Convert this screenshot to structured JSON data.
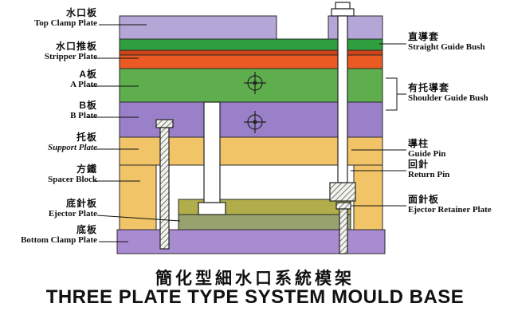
{
  "title": {
    "zh": "簡化型細水口系統模架",
    "en": "THREE PLATE TYPE SYSTEM MOULD BASE"
  },
  "labels": {
    "left": [
      {
        "zh": "水口板",
        "en": "Top Clamp Plate"
      },
      {
        "zh": "水口推板",
        "en": "Stripper Plate"
      },
      {
        "zh": "A板",
        "en": "A Plate"
      },
      {
        "zh": "B板",
        "en": "B Plate"
      },
      {
        "zh": "托板",
        "en": "Support Plate"
      },
      {
        "zh": "方鐵",
        "en": "Spacer Block"
      },
      {
        "zh": "底針板",
        "en": "Ejector Plate"
      },
      {
        "zh": "底板",
        "en": "Bottom Clamp Plate"
      }
    ],
    "right": [
      {
        "zh": "直導套",
        "en": "Straight Guide Bush"
      },
      {
        "zh": "有托導套",
        "en": "Shoulder Guide Bush"
      },
      {
        "zh": "導柱",
        "en": "Guide Pin"
      },
      {
        "zh": "回針",
        "en": "Return Pin"
      },
      {
        "zh": "面針板",
        "en": "Ejector Retainer Plate"
      }
    ]
  },
  "colors": {
    "top_clamp": "#b5a6d8",
    "runner_strip": "#2f9e3f",
    "stripper": "#ea5a22",
    "stripper_dark": "#cf4318",
    "a_plate": "#5fae4e",
    "b_plate": "#9a80c8",
    "support": "#f2c468",
    "spacer": "#f2c468",
    "retainer": "#b1ad4b",
    "ejector": "#98a26e",
    "bottom_clamp": "#a98bd2",
    "outline": "#2a2a2a"
  }
}
